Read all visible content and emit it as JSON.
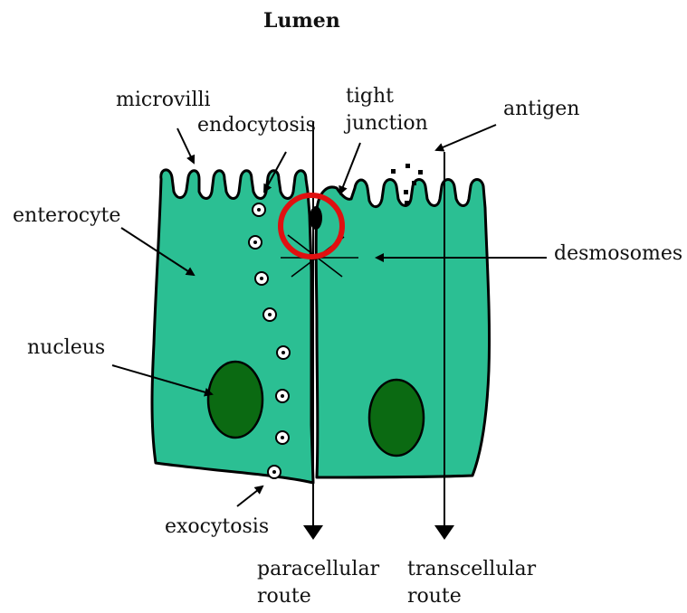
{
  "diagram": {
    "title": "Lumen",
    "labels": {
      "microvilli": "microvilli",
      "endocytosis": "endocytosis",
      "tight_junction_line1": "tight",
      "tight_junction_line2": "junction",
      "antigen": "antigen",
      "enterocyte": "enterocyte",
      "desmosomes": "desmosomes",
      "nucleus": "nucleus",
      "exocytosis": "exocytosis",
      "paracellular_line1": "paracellular",
      "paracellular_line2": "route",
      "transcellular_line1": "transcellular",
      "transcellular_line2": "route"
    },
    "colors": {
      "cell": "#2bbf93",
      "nucleus": "#0b6a12",
      "outline": "#000000",
      "highlight": "#e01010",
      "vesicle": "#ffffff"
    }
  }
}
